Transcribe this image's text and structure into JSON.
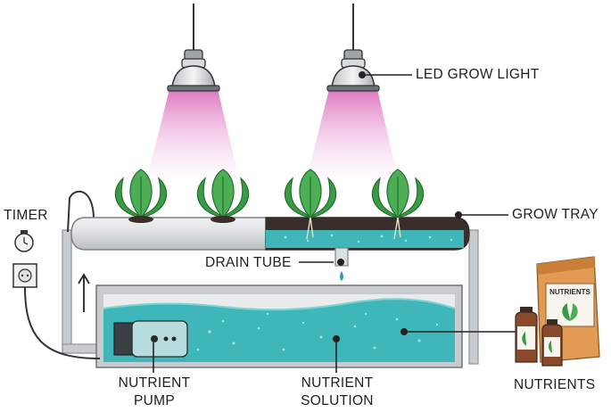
{
  "labels": {
    "led_grow_light": "LED GROW LIGHT",
    "timer": "TIMER",
    "grow_tray": "GROW TRAY",
    "drain_tube": "DRAIN TUBE",
    "nutrient_pump": [
      "NUTRIENT",
      "PUMP"
    ],
    "nutrient_solution": [
      "NUTRIENT",
      "SOLUTION"
    ],
    "nutrients": "NUTRIENTS"
  },
  "package_text": "NUTRIENTS",
  "colors": {
    "water": "#3fb6b9",
    "water_light": "#7fd3d4",
    "leaf": "#3a9a45",
    "leaf_dark": "#21702c",
    "light_beam": "#d85fb6",
    "frame": "#c9ccce",
    "soil": "#3a2e2a",
    "bag": "#e39a52",
    "bottle": "#8a4a2a",
    "outline": "#2a2a2a"
  }
}
